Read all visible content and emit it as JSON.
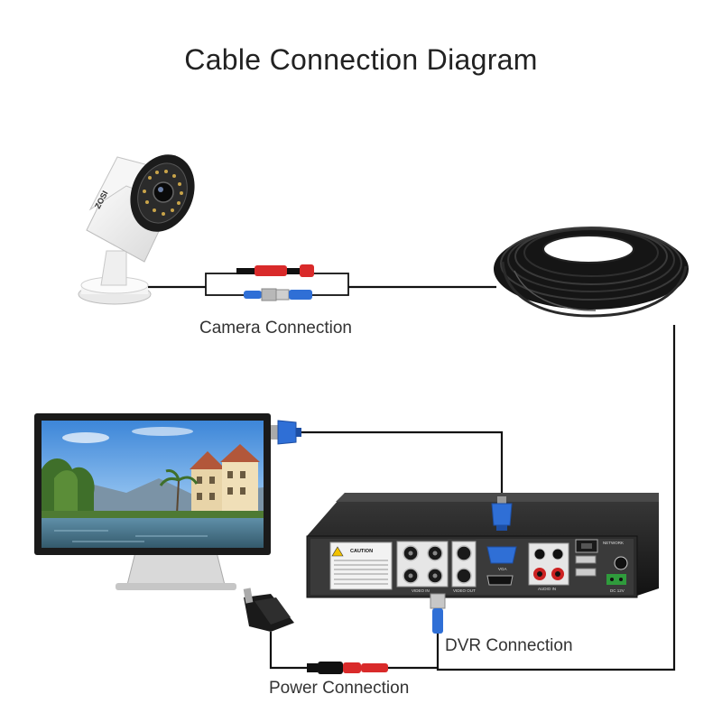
{
  "title": "Cable Connection Diagram",
  "labels": {
    "camera": "Camera Connection",
    "dvr": "DVR Connection",
    "power": "Power Connection"
  },
  "camera_brand": "ZOSI",
  "dvr_panel": {
    "caution_title": "CAUTION",
    "video_in": "VIDEO IN",
    "video_out": "VIDEO OUT",
    "vga": "VGA",
    "audio_in": "AUDIO IN",
    "network": "NETWORK",
    "power_in": "DC 12V"
  },
  "colors": {
    "cable": "#111111",
    "power_plug": "#d92a2a",
    "video_plug": "#2f6fd6",
    "vga_connector": "#2f6fd6"
  }
}
